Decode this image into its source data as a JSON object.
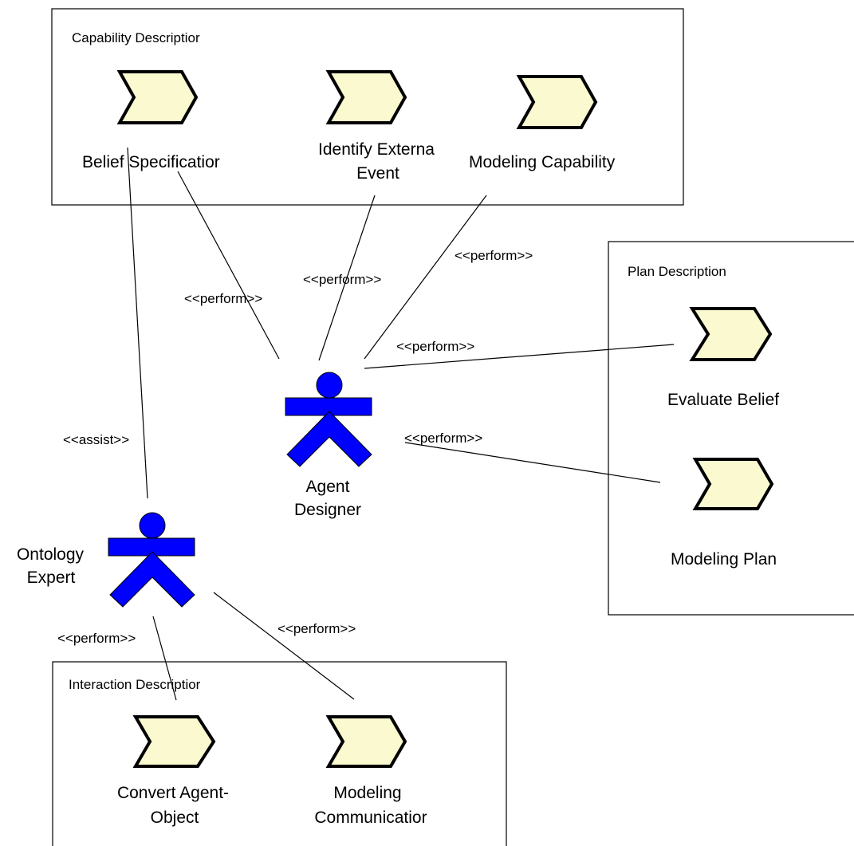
{
  "boxes": {
    "capability": {
      "title": "Capability Descriptior"
    },
    "plan": {
      "title": "Plan Description"
    },
    "interaction": {
      "title": "Interaction Descriptior"
    }
  },
  "activities": {
    "belief_spec": {
      "line1": "Belief Specificatior"
    },
    "identify_external": {
      "line1": "Identify Externa",
      "line2": "Event"
    },
    "modeling_capability": {
      "line1": "Modeling Capability"
    },
    "evaluate_belief": {
      "line1": "Evaluate Belief"
    },
    "modeling_plan": {
      "line1": "Modeling Plan"
    },
    "convert_agent": {
      "line1": "Convert Agent-",
      "line2": "Object"
    },
    "modeling_comm": {
      "line1": "Modeling",
      "line2": "Communicatior"
    }
  },
  "actors": {
    "agent_designer": {
      "line1": "Agent",
      "line2": "Designer"
    },
    "ontology_expert": {
      "line1": "Ontology",
      "line2": "Expert"
    }
  },
  "relations": {
    "perform_belief": "<<perform>>",
    "perform_identify": "<<perform>>",
    "perform_modeling_cap": "<<perform>>",
    "perform_evaluate": "<<perform>>",
    "perform_plan": "<<perform>>",
    "assist": "<<assist>>",
    "perform_convert": "<<perform>>",
    "perform_comm": "<<perform>>"
  }
}
